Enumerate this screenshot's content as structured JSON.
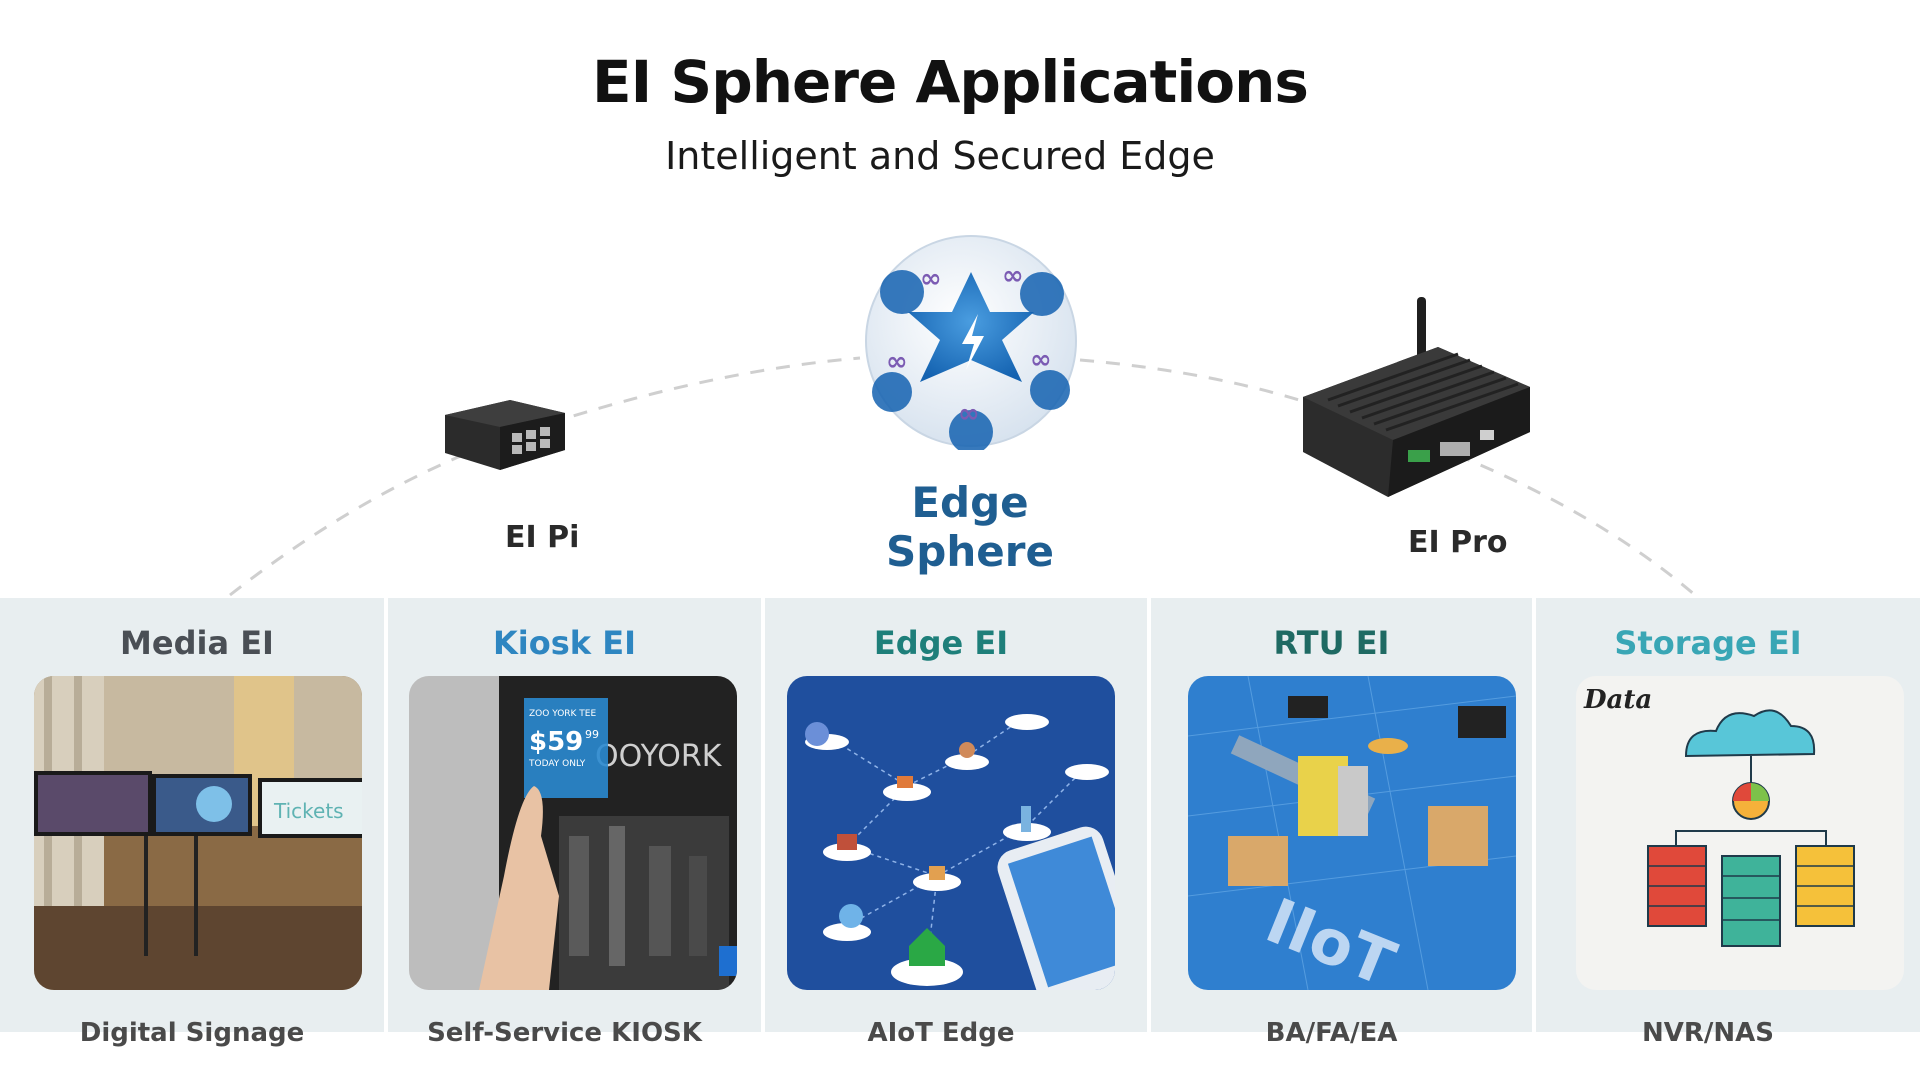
{
  "header": {
    "title": "EI Sphere Applications",
    "subtitle": "Intelligent and Secured Edge"
  },
  "hub": {
    "label": "Edge Sphere",
    "icon": "sphere-logo-icon"
  },
  "devices": {
    "left": {
      "label": "EI Pi",
      "icon": "ei-pi-box-icon"
    },
    "right": {
      "label": "EI Pro",
      "icon": "ei-pro-router-icon"
    }
  },
  "colors": {
    "hub_blue": "#1f5e91",
    "panel_bg": "#e8eef0",
    "dash": "#cfcfcf"
  },
  "applications": [
    {
      "title": "Media EI",
      "caption": "Digital Signage",
      "title_color": "#4a4f55"
    },
    {
      "title": "Kiosk EI",
      "caption": "Self-Service KIOSK",
      "title_color": "#2e86c1"
    },
    {
      "title": "Edge EI",
      "caption": "AIoT Edge",
      "title_color": "#1e7f7a"
    },
    {
      "title": "RTU EI",
      "caption": "BA/FA/EA",
      "title_color": "#1f6a63"
    },
    {
      "title": "Storage EI",
      "caption": "NVR/NAS",
      "title_color": "#39a6b5"
    }
  ],
  "tile_text": {
    "kiosk_price": "$59",
    "kiosk_cents": "99",
    "kiosk_line1": "ZOO YORK TEE",
    "kiosk_line2": "TODAY ONLY",
    "kiosk_brand": "OOYORK",
    "media_sign": "Tickets",
    "rtu_word": "IIoT",
    "storage_word": "Data"
  }
}
